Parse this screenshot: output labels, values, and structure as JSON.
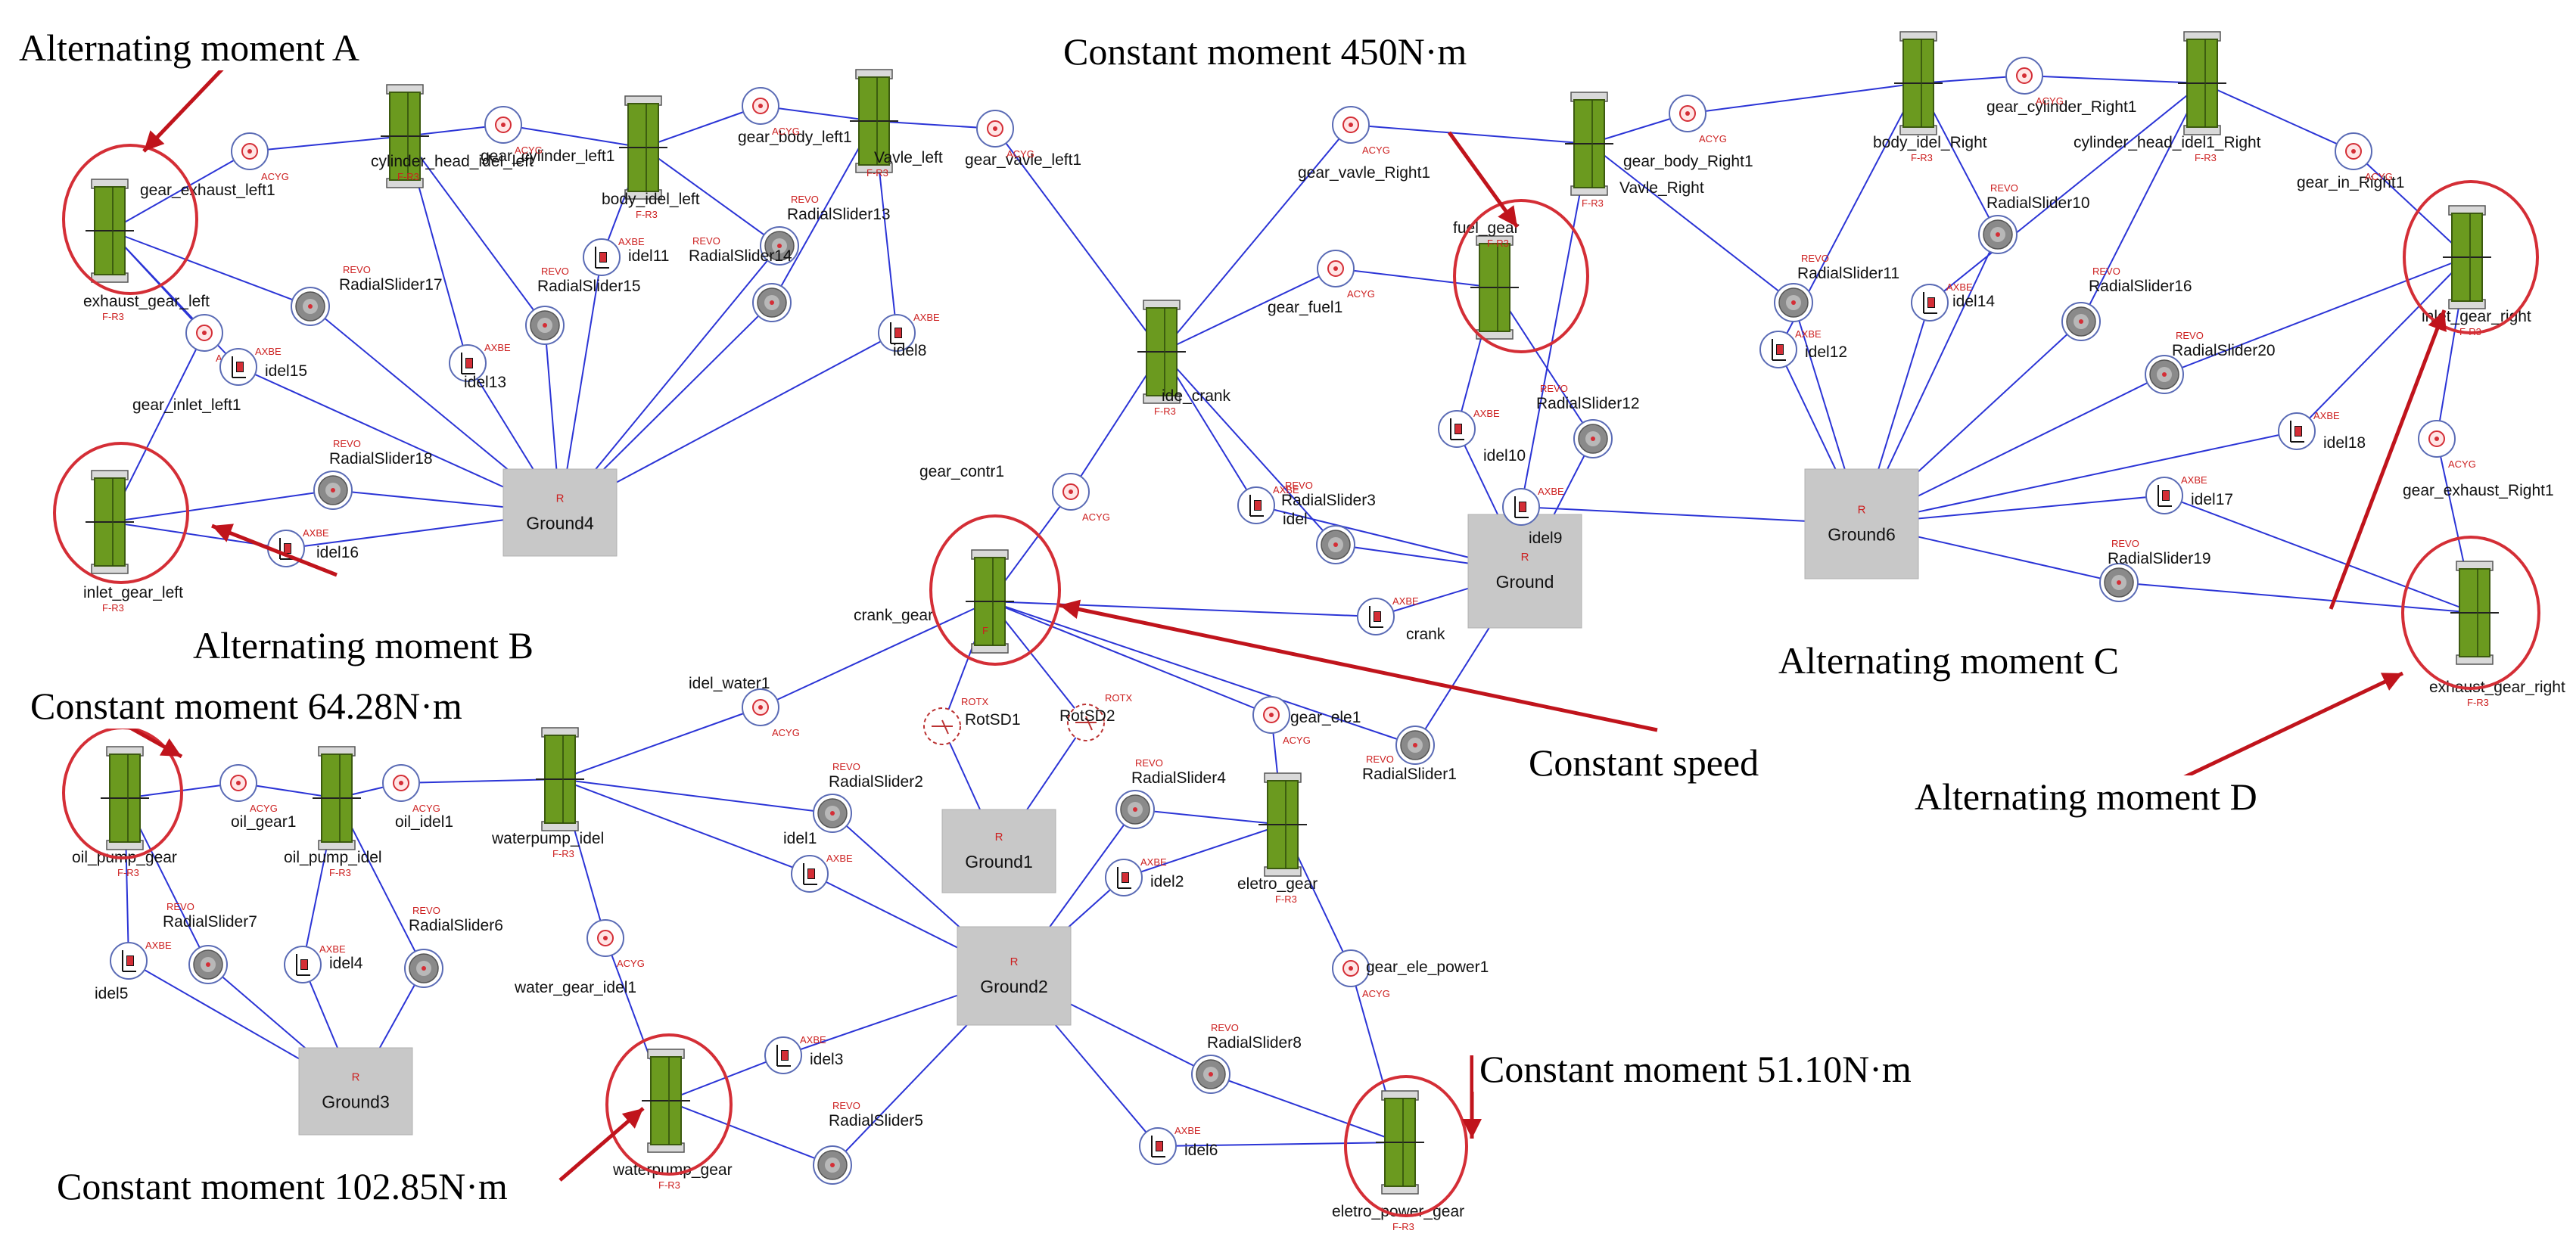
{
  "gears": [
    {
      "label": "exhaust_gear_left",
      "tag": "F-R3"
    },
    {
      "label": "inlet_gear_left",
      "tag": "F-R3"
    },
    {
      "label": "cylinder_head_idel_left",
      "tag": "F-R3"
    },
    {
      "label": "body_idel_left",
      "tag": "F-R3"
    },
    {
      "label": "Vavle_left",
      "tag": "F-R3"
    },
    {
      "label": "ide_crank",
      "tag": "F-R3"
    },
    {
      "label": "fuel_gear",
      "tag": "F-R3"
    },
    {
      "label": "Vavle_Right",
      "tag": "F-R3"
    },
    {
      "label": "body_idel_Right",
      "tag": "F-R3"
    },
    {
      "label": "cylinder_head_idel1_Right",
      "tag": "F-R3"
    },
    {
      "label": "inlet_gear_right",
      "tag": "F-R3"
    },
    {
      "label": "exhaust_gear_right",
      "tag": "F-R3"
    },
    {
      "label": "crank_gear",
      "tag": "F"
    },
    {
      "label": "oil_pump_gear",
      "tag": "F-R3"
    },
    {
      "label": "oil_pump_idel",
      "tag": "F-R3"
    },
    {
      "label": "waterpump_idel",
      "tag": "F-R3"
    },
    {
      "label": "eletro_gear",
      "tag": "F-R3"
    },
    {
      "label": "waterpump_gear",
      "tag": "F-R3"
    },
    {
      "label": "eletro_power_gear",
      "tag": "F-R3"
    }
  ],
  "contacts": [
    {
      "label": "gear_exhaust_left1",
      "tag": "ACYG"
    },
    {
      "label": "gear_cylinder_left1",
      "tag": "ACYG"
    },
    {
      "label": "gear_body_left1",
      "tag": "ACYG"
    },
    {
      "label": "gear_vavle_left1",
      "tag": "ACYG"
    },
    {
      "label": "gear_inlet_left1",
      "tag": "ACYG"
    },
    {
      "label": "gear_vavle_Right1",
      "tag": "ACYG"
    },
    {
      "label": "gear_fuel1",
      "tag": "ACYG"
    },
    {
      "label": "gear_body_Right1",
      "tag": "ACYG"
    },
    {
      "label": "gear_cylinder_Right1",
      "tag": "ACYG"
    },
    {
      "label": "gear_in_Right1",
      "tag": "ACYG"
    },
    {
      "label": "gear_exhaust_Right1",
      "tag": "ACYG"
    },
    {
      "label": "gear_contr1",
      "tag": "ACYG"
    },
    {
      "label": "idel_water1",
      "tag": "ACYG"
    },
    {
      "label": "gear_ele1",
      "tag": "ACYG"
    },
    {
      "label": "oil_gear1",
      "tag": "ACYG"
    },
    {
      "label": "oil_idel1",
      "tag": "ACYG"
    },
    {
      "label": "water_gear_idel1",
      "tag": "ACYG"
    },
    {
      "label": "gear_ele_power1",
      "tag": "ACYG"
    }
  ],
  "sliders": [
    {
      "label": "RadialSlider17",
      "tag": "REVO"
    },
    {
      "label": "RadialSlider15",
      "tag": "REVO"
    },
    {
      "label": "RadialSlider13",
      "tag": "REVO"
    },
    {
      "label": "RadialSlider14",
      "tag": "REVO"
    },
    {
      "label": "RadialSlider18",
      "tag": "REVO"
    },
    {
      "label": "RadialSlider3",
      "tag": "REVO"
    },
    {
      "label": "RadialSlider12",
      "tag": "REVO"
    },
    {
      "label": "RadialSlider11",
      "tag": "REVO"
    },
    {
      "label": "RadialSlider10",
      "tag": "REVO"
    },
    {
      "label": "RadialSlider16",
      "tag": "REVO"
    },
    {
      "label": "RadialSlider20",
      "tag": "REVO"
    },
    {
      "label": "RadialSlider19",
      "tag": "REVO"
    },
    {
      "label": "RadialSlider1",
      "tag": "REVO"
    },
    {
      "label": "RadialSlider2",
      "tag": "REVO"
    },
    {
      "label": "RadialSlider4",
      "tag": "REVO"
    },
    {
      "label": "RadialSlider7",
      "tag": "REVO"
    },
    {
      "label": "RadialSlider6",
      "tag": "REVO"
    },
    {
      "label": "RadialSlider8",
      "tag": "REVO"
    },
    {
      "label": "RadialSlider5",
      "tag": "REVO"
    }
  ],
  "idlers": [
    {
      "label": "idel11",
      "tag": "AXBE"
    },
    {
      "label": "idel8",
      "tag": "AXBE"
    },
    {
      "label": "idel15",
      "tag": "AXBE"
    },
    {
      "label": "idel13",
      "tag": "AXBE"
    },
    {
      "label": "idel16",
      "tag": "AXBE"
    },
    {
      "label": "idel10",
      "tag": "AXBE"
    },
    {
      "label": "idel",
      "tag": "AXBE"
    },
    {
      "label": "crank",
      "tag": "AXBE"
    },
    {
      "label": "idel9",
      "tag": "AXBE"
    },
    {
      "label": "idel12",
      "tag": "AXBE"
    },
    {
      "label": "idel14",
      "tag": "AXBE"
    },
    {
      "label": "idel18",
      "tag": "AXBE"
    },
    {
      "label": "idel17",
      "tag": "AXBE"
    },
    {
      "label": "idel1",
      "tag": "AXBE"
    },
    {
      "label": "idel2",
      "tag": "AXBE"
    },
    {
      "label": "idel5",
      "tag": "AXBE"
    },
    {
      "label": "idel4",
      "tag": "AXBE"
    },
    {
      "label": "idel3",
      "tag": "AXBE"
    },
    {
      "label": "idel6",
      "tag": "AXBE"
    }
  ],
  "rotx": [
    {
      "label": "RotSD1",
      "tag": "ROTX"
    },
    {
      "label": "RotSD2",
      "tag": "ROTX"
    }
  ],
  "grounds": [
    {
      "label": "Ground4",
      "tag": "R"
    },
    {
      "label": "Ground",
      "tag": "R"
    },
    {
      "label": "Ground6",
      "tag": "R"
    },
    {
      "label": "Ground1",
      "tag": "R"
    },
    {
      "label": "Ground2",
      "tag": "R"
    },
    {
      "label": "Ground3",
      "tag": "R"
    }
  ],
  "annotations": [
    {
      "text": "Alternating moment A"
    },
    {
      "text": "Alternating moment B"
    },
    {
      "text": "Constant moment 450N·m"
    },
    {
      "text": "Alternating moment C"
    },
    {
      "text": "Alternating moment D"
    },
    {
      "text": "Constant moment 64.28N·m"
    },
    {
      "text": "Constant speed"
    },
    {
      "text": "Constant moment 51.10N·m"
    },
    {
      "text": "Constant moment 102.85N·m"
    }
  ],
  "colors": {
    "gear_fill": "#6b9a1f",
    "link": "#2b34d6",
    "tag": "#cc1f1f",
    "highlight": "#d42e36",
    "ground": "#c8c8c8"
  }
}
